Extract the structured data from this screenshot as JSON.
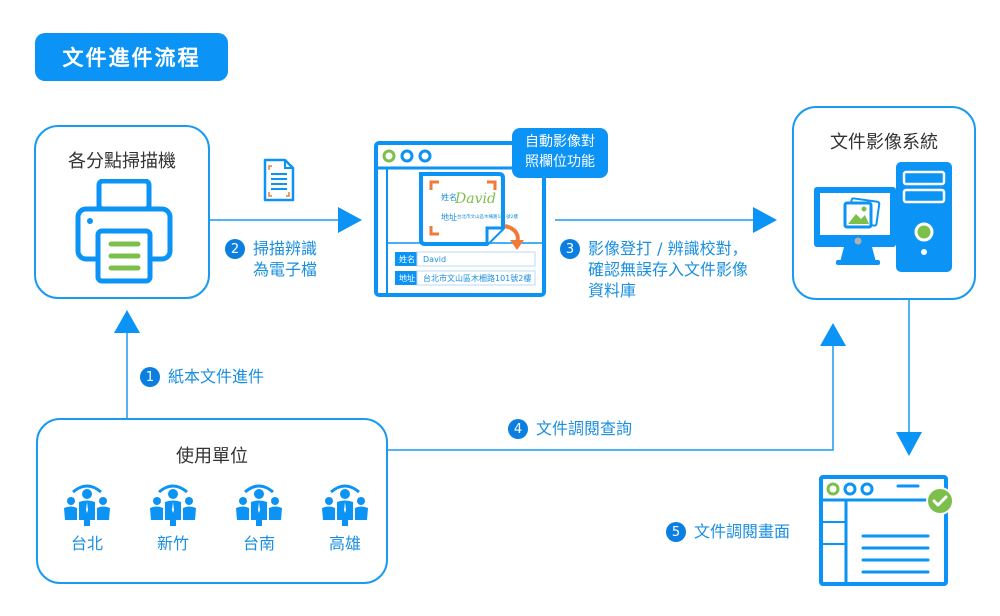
{
  "title": "文件進件流程",
  "nodes": {
    "scanner": {
      "title": "各分點掃描機",
      "icon": "printer-icon"
    },
    "ocr_window": {
      "icon": "browser-window-icon",
      "callout": [
        "自動影像對",
        "照欄位功能"
      ],
      "card": {
        "name": "David",
        "label_name": "姓名",
        "label_addr": "地址",
        "addr": "台北市文山區木柵路101號2樓"
      },
      "fields": [
        {
          "label": "姓名",
          "value": "David"
        },
        {
          "label": "地址",
          "value": "台北市文山區木柵路101號2樓"
        }
      ]
    },
    "image_system": {
      "title": "文件影像系統",
      "icon": "desktop-computer-icon"
    },
    "users": {
      "title": "使用單位",
      "units": [
        "台北",
        "新竹",
        "台南",
        "高雄"
      ],
      "icon": "user-group-icon"
    },
    "view_screen": {
      "icon": "document-view-window-icon"
    }
  },
  "steps": [
    {
      "num": "1",
      "lines": [
        "紙本文件進件"
      ]
    },
    {
      "num": "2",
      "lines": [
        "掃描辨識",
        "為電子檔"
      ]
    },
    {
      "num": "3",
      "lines": [
        "影像登打 / 辨識校對，",
        "確認無誤存入文件影像",
        "資料庫"
      ]
    },
    {
      "num": "4",
      "lines": [
        "文件調閱查詢"
      ]
    },
    {
      "num": "5",
      "lines": [
        "文件調閱畫面"
      ]
    }
  ],
  "colors": {
    "primary": "#0b93f6",
    "line": "#1a9bf0",
    "green": "#7cc04b",
    "orange": "#f07a3a",
    "text_blue": "#1a8fe0"
  }
}
